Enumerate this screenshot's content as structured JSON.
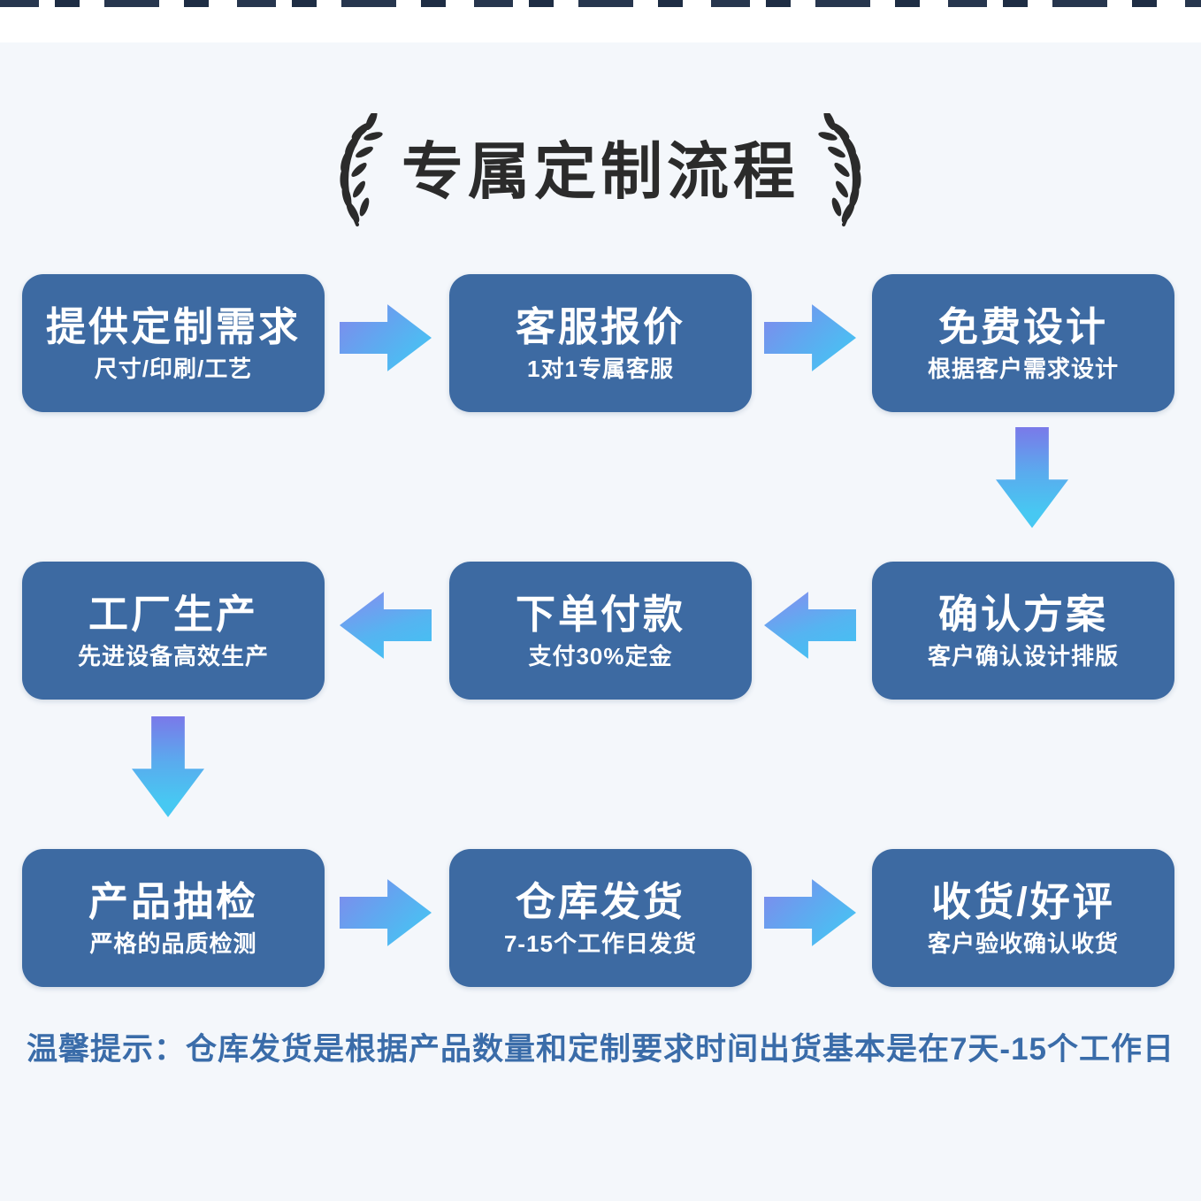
{
  "page": {
    "title": "专属定制流程",
    "note": "温馨提示：仓库发货是根据产品数量和定制要求时间出货基本是在7天-15个工作日"
  },
  "colors": {
    "background": "#f4f7fb",
    "step_box": "#3d6aa2",
    "step_text": "#ffffff",
    "title_text": "#2b2b2b",
    "note_text": "#3a6ca9",
    "arrow_gradient_start": "#8386ec",
    "arrow_gradient_end": "#3ecdf4"
  },
  "icons": {
    "laurel_left": "laurel-branch-left",
    "laurel_right": "laurel-branch-right",
    "arrows": [
      "arrow-right",
      "arrow-right",
      "arrow-down",
      "arrow-left",
      "arrow-left",
      "arrow-down",
      "arrow-right",
      "arrow-right"
    ]
  },
  "steps": [
    {
      "title": "提供定制需求",
      "subtitle": "尺寸/印刷/工艺"
    },
    {
      "title": "客服报价",
      "subtitle": "1对1专属客服"
    },
    {
      "title": "免费设计",
      "subtitle": "根据客户需求设计"
    },
    {
      "title": "确认方案",
      "subtitle": "客户确认设计排版"
    },
    {
      "title": "下单付款",
      "subtitle": "支付30%定金"
    },
    {
      "title": "工厂生产",
      "subtitle": "先进设备高效生产"
    },
    {
      "title": "产品抽检",
      "subtitle": "严格的品质检测"
    },
    {
      "title": "仓库发货",
      "subtitle": "7-15个工作日发货"
    },
    {
      "title": "收货/好评",
      "subtitle": "客户验收确认收货"
    }
  ]
}
